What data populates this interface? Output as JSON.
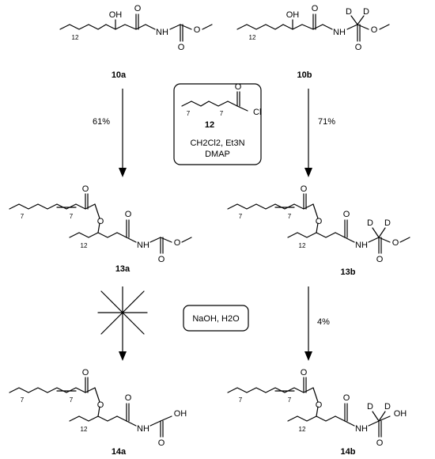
{
  "compounds": {
    "c10a": {
      "label": "10a"
    },
    "c10b": {
      "label": "10b"
    },
    "c12": {
      "label": "12"
    },
    "c13a": {
      "label": "13a"
    },
    "c13b": {
      "label": "13b"
    },
    "c14a": {
      "label": "14a"
    },
    "c14b": {
      "label": "14b"
    }
  },
  "atoms": {
    "oh": "OH",
    "o": "O",
    "nh": "NH",
    "d": "D",
    "cl": "Cl"
  },
  "repeat_counts": {
    "twelve": "12",
    "seven": "7"
  },
  "yields": {
    "left_step1": "61%",
    "right_step1": "71%",
    "right_step2": "4%"
  },
  "reagents_box1": {
    "line1": "CH2Cl2, Et3N",
    "line2": "DMAP"
  },
  "reagents_box2": {
    "line1": "NaOH, H2O"
  }
}
